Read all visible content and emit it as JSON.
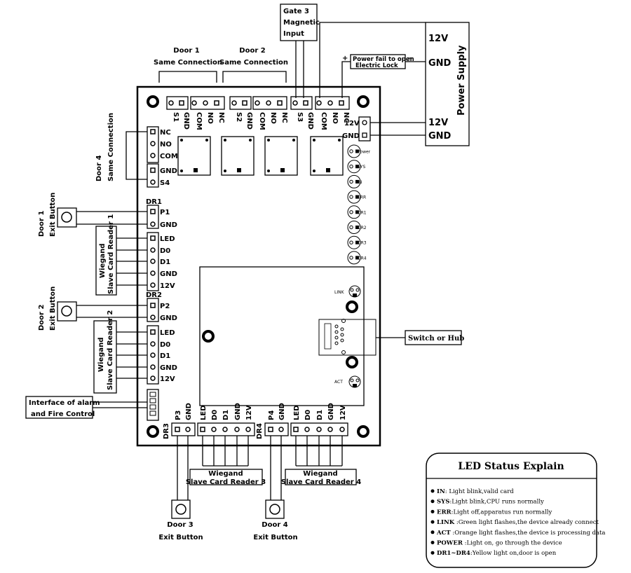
{
  "labels": {
    "gate3": [
      "Gate 3",
      "Magnetic",
      "Input"
    ],
    "door1_same": [
      "Door 1",
      "Same Connection"
    ],
    "door2_same": [
      "Door 2",
      "Same Connection"
    ],
    "power_fail": [
      "Power fail to open",
      "Electric Lock"
    ],
    "plus": "+",
    "minus": "−",
    "power_supply": "Power Supply",
    "ps_12v_top": "12V",
    "ps_gnd_top": "GND",
    "ps_12v_bot": "12V",
    "ps_gnd_bot": "GND",
    "board_12v": "12V",
    "board_gnd": "GND",
    "door4_same": [
      "Door 4",
      "Same Connection"
    ],
    "door1_exit": [
      "Door 1",
      "Exit Button"
    ],
    "door2_exit": [
      "Door 2",
      "Exit Button"
    ],
    "wiegand1": [
      "Wiegand",
      "Slave Card Reader 1"
    ],
    "wiegand2": [
      "Wiegand",
      "Slave Card Reader 2"
    ],
    "wiegand3": [
      "Wiegand",
      "Slave Card Reader 3"
    ],
    "wiegand4": [
      "Wiegand",
      "Slave Card Reader 4"
    ],
    "alarm": [
      "Interface of alarm",
      "and Fire Control"
    ],
    "switch_hub": "Switch or Hub",
    "door3_exit": [
      "Door 3",
      "Exit Button"
    ],
    "door4_exit": [
      "Door 4",
      "Exit Button"
    ],
    "dr1": "DR1",
    "dr2": "DR2",
    "dr3": "DR3",
    "dr4": "DR4",
    "link": "LINK",
    "act": "ACT"
  },
  "top_terminals": [
    "S1",
    "GND",
    "COM",
    "NO",
    "NC",
    "S2",
    "GND",
    "COM",
    "NO",
    "NC",
    "S3",
    "GND",
    "COM",
    "NO",
    "NC"
  ],
  "door4_terminals": [
    "NC",
    "NO",
    "COM",
    "GND",
    "S4"
  ],
  "dr1_terminals": [
    "P1",
    "GND"
  ],
  "reader1_terminals": [
    "LED",
    "D0",
    "D1",
    "GND",
    "12V"
  ],
  "dr2_terminals": [
    "P2",
    "GND"
  ],
  "reader2_terminals": [
    "LED",
    "D0",
    "D1",
    "GND",
    "12V"
  ],
  "bottom_terminals": [
    "P3",
    "GND",
    "LED",
    "D0",
    "D1",
    "GND",
    "12V",
    "P4",
    "GND",
    "LED",
    "D0",
    "D1",
    "GND",
    "12V"
  ],
  "status_leds": [
    "Power",
    "SYS",
    "IN",
    "ERR",
    "DR1",
    "DR2",
    "DR3",
    "DR4"
  ],
  "led_status": {
    "title": "LED Status Explain",
    "items": [
      {
        "key": "IN",
        "text": ": Light blink,valid card"
      },
      {
        "key": "SYS",
        "text": ":Light blink,CPU runs normally"
      },
      {
        "key": "ERR",
        "text": ":Light off,apparatus run normally"
      },
      {
        "key": "LINK",
        "text": " :Green light flashes,the device already connect"
      },
      {
        "key": "ACT",
        "text": " :Orange light flashes,the device is processing data"
      },
      {
        "key": "POWER",
        "text": " :Light on, go through the device"
      },
      {
        "key": "DR1~DR4",
        "text": ":Yellow light on,door is open"
      }
    ]
  }
}
